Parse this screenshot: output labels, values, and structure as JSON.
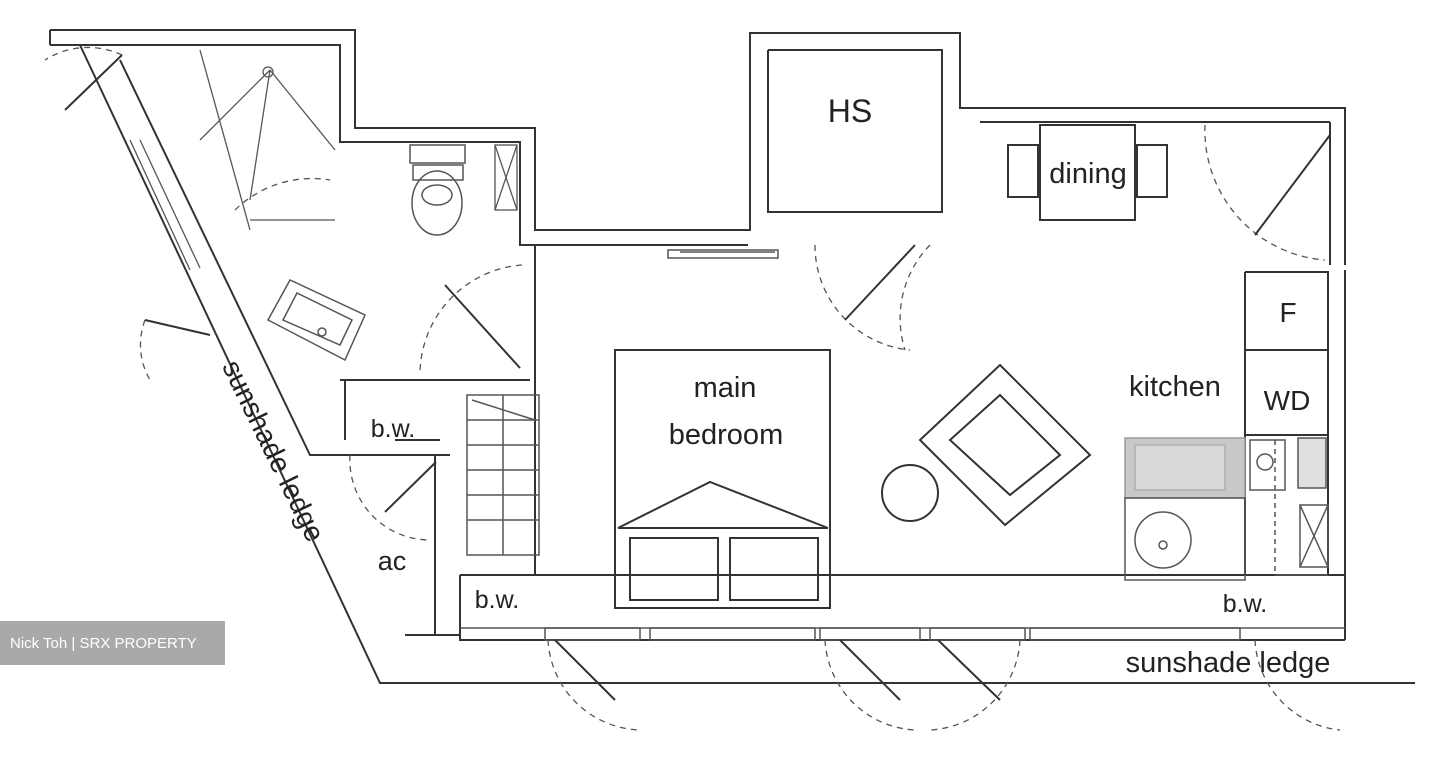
{
  "plan": {
    "labels": {
      "household_shelter": "HS",
      "dining": "dining",
      "fridge": "F",
      "washer_dryer": "WD",
      "kitchen": "kitchen",
      "bedroom_line1": "main",
      "bedroom_line2": "bedroom",
      "bay_window_bath": "b.w.",
      "bay_window_left": "b.w.",
      "bay_window_right": "b.w.",
      "aircon_ledge": "ac",
      "sunshade_ledge_side": "sunshade ledge",
      "sunshade_ledge_bottom": "sunshade ledge"
    }
  },
  "watermark": {
    "text": "Nick Toh | SRX PROPERTY"
  },
  "colors": {
    "wall": "#333333",
    "line": "#555555",
    "counter": "#c8c8c8",
    "watermark_bg": "#969696"
  }
}
